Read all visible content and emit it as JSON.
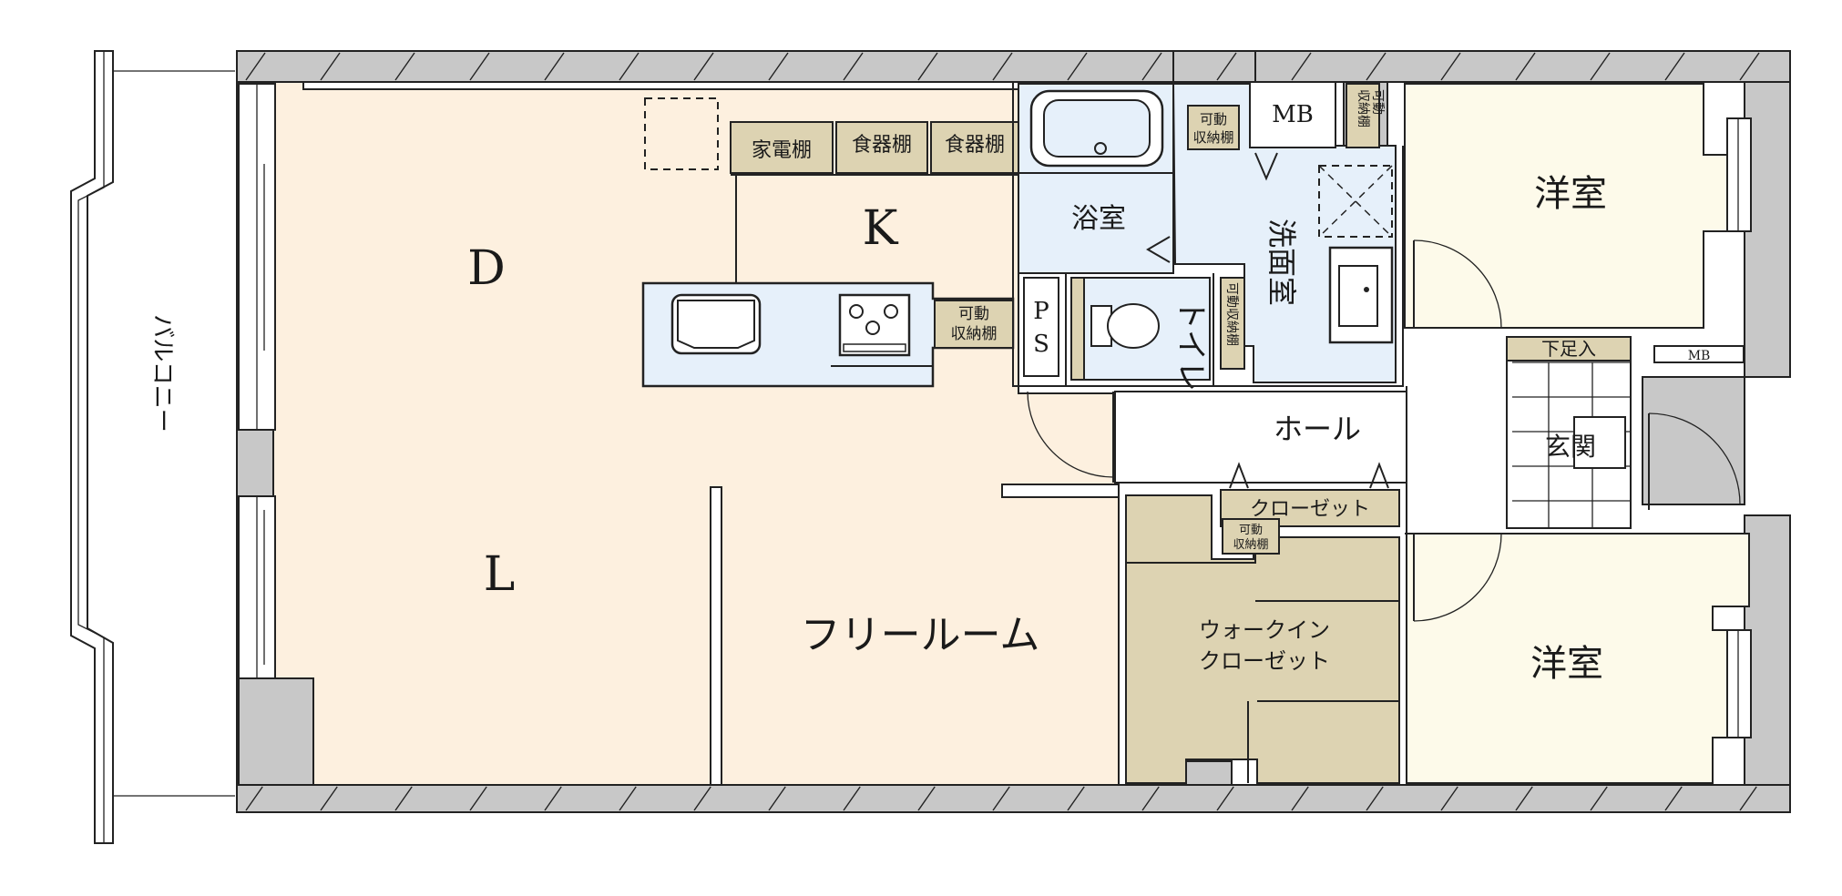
{
  "rooms": {
    "dining": "D",
    "living": "L",
    "kitchen": "K",
    "free_room": "フリールーム",
    "bath": "浴室",
    "washroom": "洗面室",
    "toilet": "トイレ",
    "ps": "PS",
    "hall": "ホール",
    "entrance": "玄関",
    "shoe_step": "下足入",
    "western_room_top": "洋室",
    "western_room_bottom": "洋室",
    "walk_in_closet": [
      "ウォークイン",
      "クローゼット"
    ],
    "closet": "クローゼット",
    "balcony": "バルコニー"
  },
  "storage": {
    "appliance_shelf": "家電棚",
    "dish_shelf_1": "食器棚",
    "dish_shelf_2": "食器棚",
    "kitchen_movable_shelf": [
      "可動",
      "収納棚"
    ],
    "wash_movable_shelf": [
      "可動",
      "収納棚"
    ],
    "toilet_movable_shelf": "可動収納棚",
    "closet_movable_shelf": [
      "可動",
      "収納棚"
    ],
    "corner_movable_shelf": "収納棚 可動"
  },
  "meters": {
    "mb_main": "MB",
    "mb_entrance": "MB"
  },
  "colors": {
    "ldk_floor": "#fdf0df",
    "wet_area": "#e6f0fa",
    "bedroom_floor": "#fdfaea",
    "storage": "#ddd3b2",
    "wall": "#c8c8c8"
  }
}
